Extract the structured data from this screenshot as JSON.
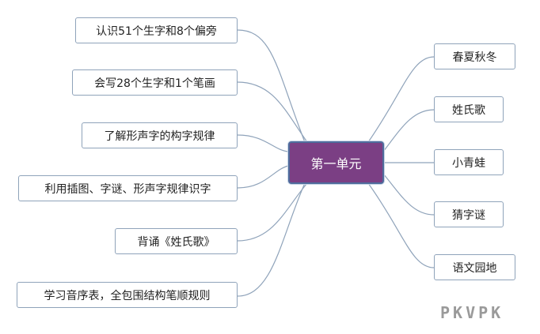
{
  "center": {
    "label": "第一单元"
  },
  "left_branches": [
    {
      "label": "认识51个生字和8个偏旁"
    },
    {
      "label": "会写28个生字和1个笔画"
    },
    {
      "label": "了解形声字的构字规律"
    },
    {
      "label": "利用插图、字谜、形声字规律识字"
    },
    {
      "label": "背诵《姓氏歌》"
    },
    {
      "label": "学习音序表，全包围结构笔顺规则"
    }
  ],
  "right_branches": [
    {
      "label": "春夏秋冬"
    },
    {
      "label": "姓氏歌"
    },
    {
      "label": "小青蛙"
    },
    {
      "label": "猜字谜"
    },
    {
      "label": "语文园地"
    }
  ],
  "watermark": "PKVPK",
  "colors": {
    "center_fill": "#7b3f84",
    "center_border": "#4f6c9c",
    "node_border": "#8fa3ba",
    "connector": "#8fa3ba"
  }
}
